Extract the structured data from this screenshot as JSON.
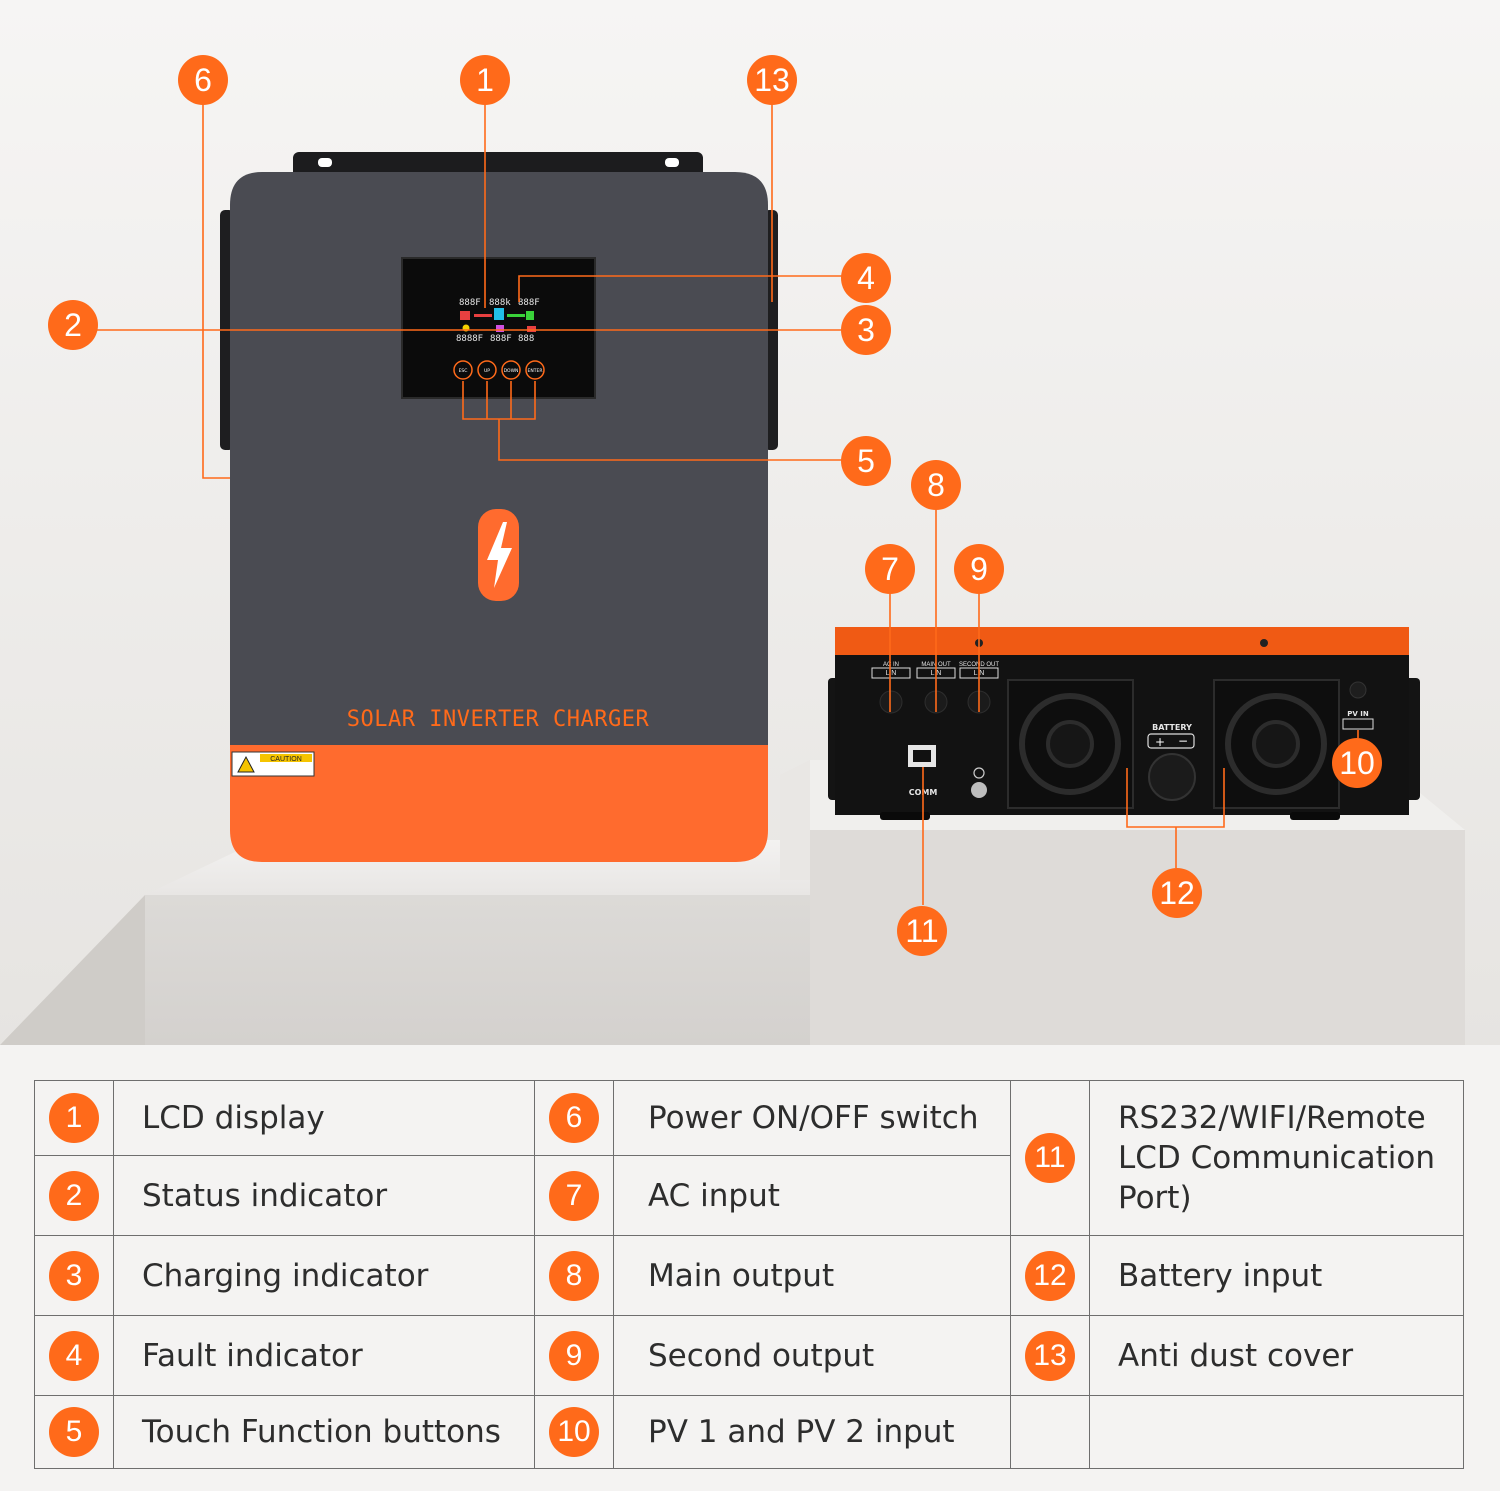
{
  "device": {
    "front_label": "SOLAR INVERTER CHARGER",
    "caution_label": "CAUTION",
    "buttons": [
      "ESC",
      "UP",
      "DOWN",
      "ENTER"
    ],
    "lcd_digits": [
      "888F",
      "888k",
      "888F",
      "8888F",
      "888F",
      "888"
    ],
    "terminals": [
      {
        "name": "AC IN",
        "pins": "L  N"
      },
      {
        "name": "MAIN OUT",
        "pins": "L  N"
      },
      {
        "name": "SECOND OUT",
        "pins": "L  N"
      }
    ],
    "battery_label": "BATTERY",
    "pv_label": "PV IN",
    "comm_label": "COMM"
  },
  "callouts": [
    "1",
    "2",
    "3",
    "4",
    "5",
    "6",
    "7",
    "8",
    "9",
    "10",
    "11",
    "12",
    "13"
  ],
  "legend": [
    {
      "num": "1",
      "label": "LCD display"
    },
    {
      "num": "2",
      "label": "Status indicator"
    },
    {
      "num": "3",
      "label": "Charging indicator"
    },
    {
      "num": "4",
      "label": "Fault indicator"
    },
    {
      "num": "5",
      "label": "Touch Function buttons"
    },
    {
      "num": "6",
      "label": "Power ON/OFF switch"
    },
    {
      "num": "7",
      "label": "AC input"
    },
    {
      "num": "8",
      "label": "Main output"
    },
    {
      "num": "9",
      "label": "Second output"
    },
    {
      "num": "10",
      "label": "PV 1 and PV 2 input"
    },
    {
      "num": "11",
      "label": "RS232/WIFI/Remote LCD Communication Port)"
    },
    {
      "num": "12",
      "label": "Battery input"
    },
    {
      "num": "13",
      "label": "Anti dust cover"
    }
  ],
  "colors": {
    "accent": "#ff6a1a",
    "body": "#4a4b52",
    "rear": "#121212",
    "background": "#f4f3f2"
  }
}
